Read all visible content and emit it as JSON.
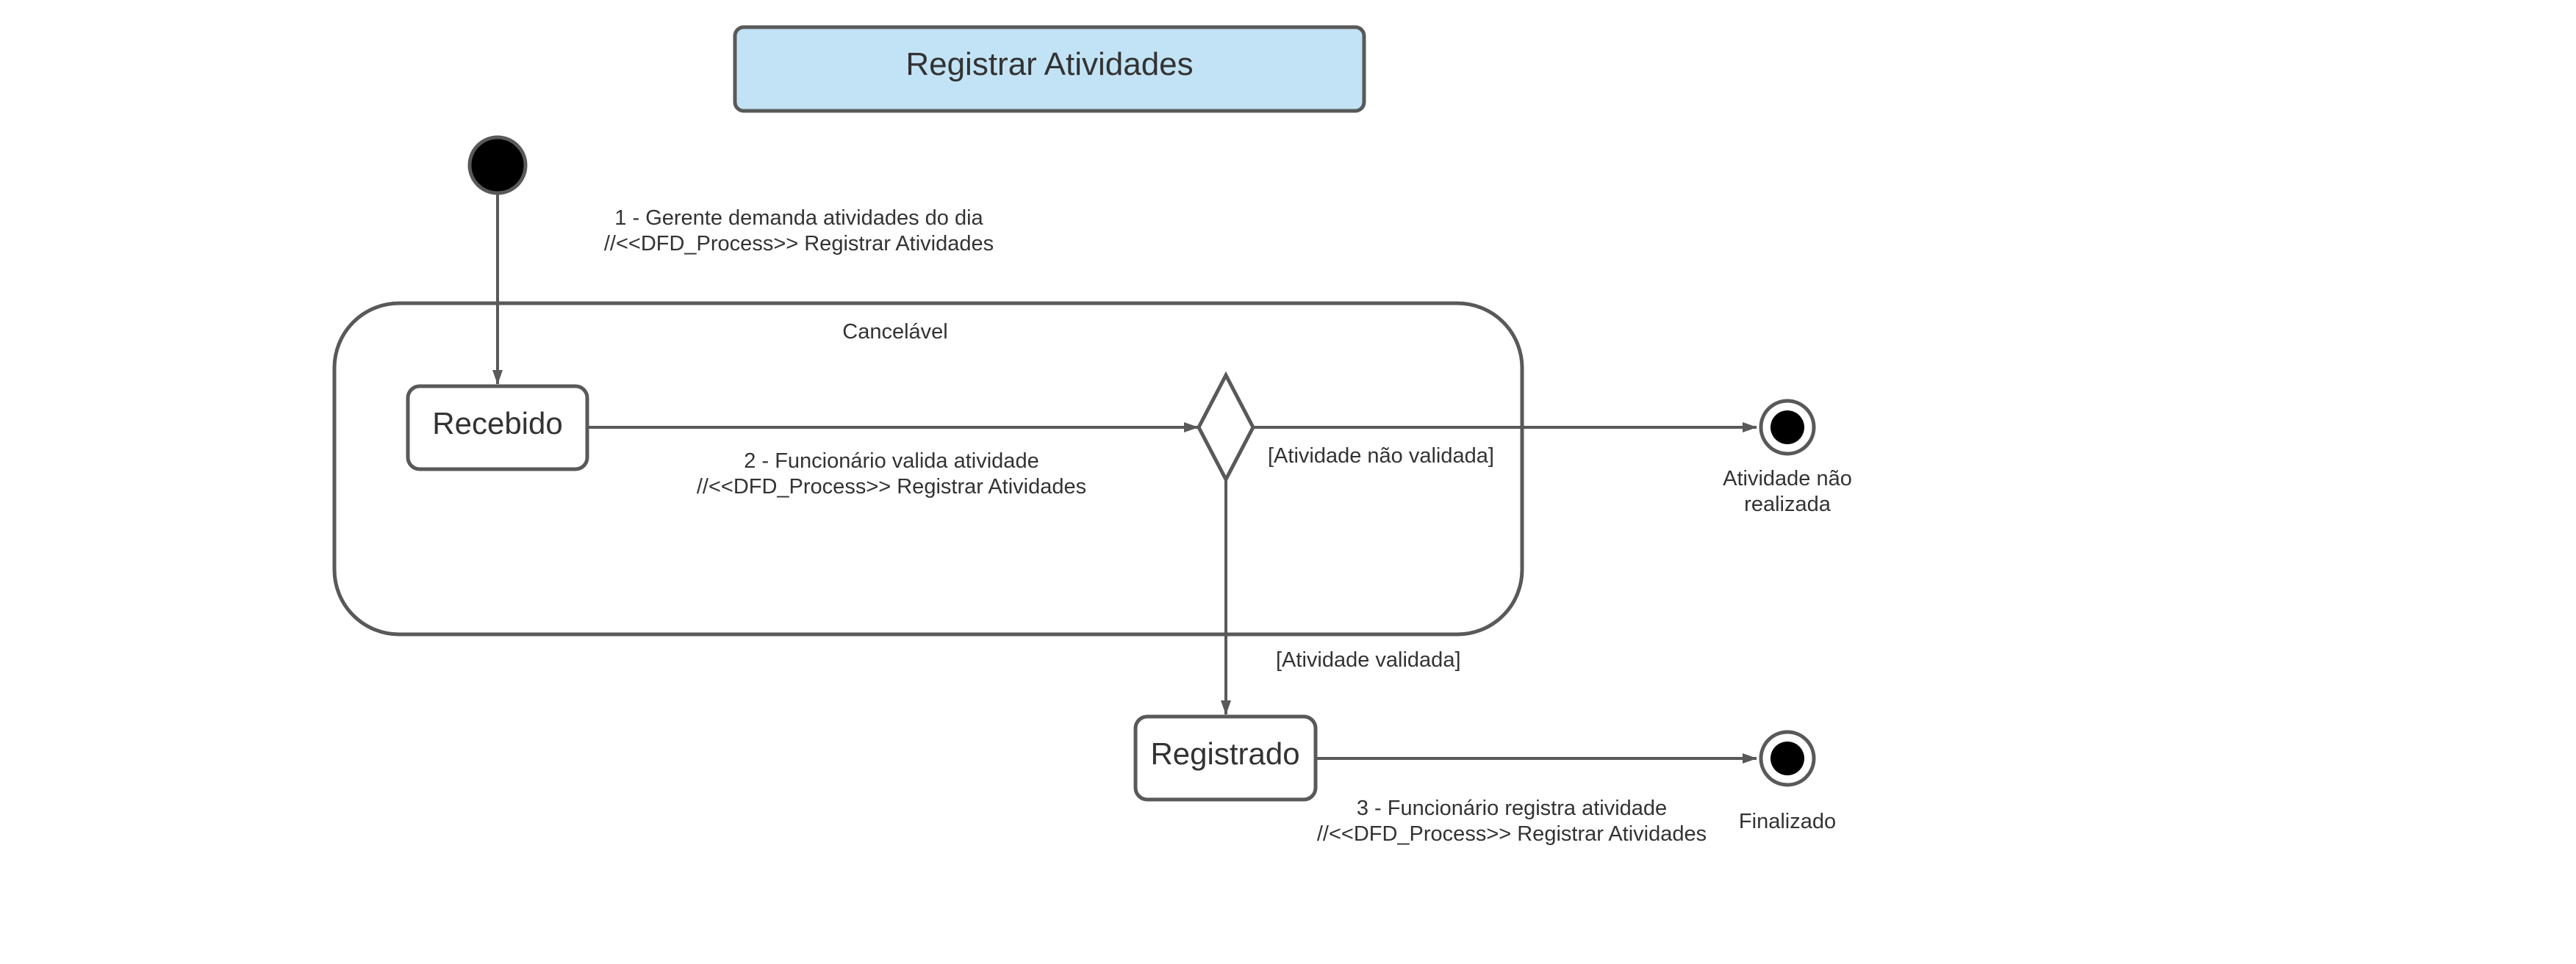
{
  "diagram": {
    "title": "Registrar Atividades",
    "composite_state": {
      "label": "Cancelável"
    },
    "states": {
      "recebido": "Recebido",
      "registrado": "Registrado"
    },
    "transitions": {
      "t1": {
        "line1": "1 - Gerente demanda atividades do dia",
        "line2": "//<<DFD_Process>> Registrar Atividades"
      },
      "t2": {
        "line1": "2 - Funcionário valida atividade",
        "line2": "//<<DFD_Process>> Registrar Atividades"
      },
      "t3": {
        "line1": "3 - Funcionário registra atividade",
        "line2": "//<<DFD_Process>> Registrar Atividades"
      }
    },
    "guards": {
      "not_validated": "[Atividade não validada]",
      "validated": "[Atividade validada]"
    },
    "final_states": {
      "not_done": {
        "line1": "Atividade não",
        "line2": "realizada"
      },
      "done": "Finalizado"
    },
    "colors": {
      "title_fill": "#c2e3f5",
      "stroke": "#595959",
      "text": "#333333",
      "node_fill": "#000000"
    }
  }
}
